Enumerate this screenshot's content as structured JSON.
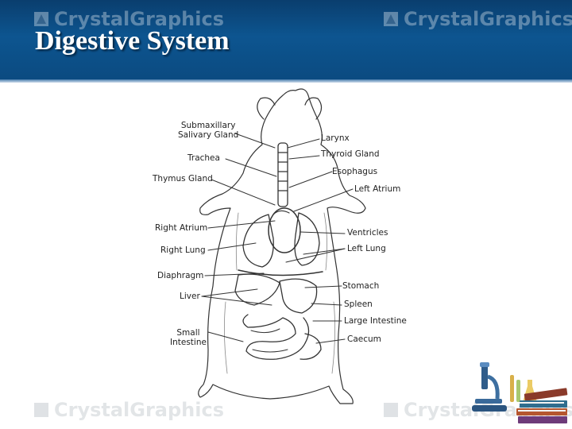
{
  "slide": {
    "title": "Digestive System",
    "watermark": "CrystalGraphics",
    "colors": {
      "header_dark": "#0a3e6e",
      "header_mid": "#0d5590",
      "title_text": "#ffffff"
    }
  },
  "diagram": {
    "labels_left": {
      "submaxillary_line1": "Submaxillary",
      "submaxillary_line2": "Salivary Gland",
      "trachea": "Trachea",
      "thymus": "Thymus Gland",
      "right_atrium": "Right Atrium",
      "right_lung": "Right Lung",
      "diaphragm": "Diaphragm",
      "liver": "Liver",
      "small_intestine_line1": "Small",
      "small_intestine_line2": "Intestine"
    },
    "labels_right": {
      "larynx": "Larynx",
      "thyroid": "Thyroid Gland",
      "esophagus": "Esophagus",
      "left_atrium": "Left Atrium",
      "ventricles": "Ventricles",
      "left_lung": "Left Lung",
      "stomach": "Stomach",
      "spleen": "Spleen",
      "large_intestine": "Large Intestine",
      "caecum": "Caecum"
    }
  },
  "icons": [
    "lab-equipment-icon",
    "book-stack-icon"
  ]
}
